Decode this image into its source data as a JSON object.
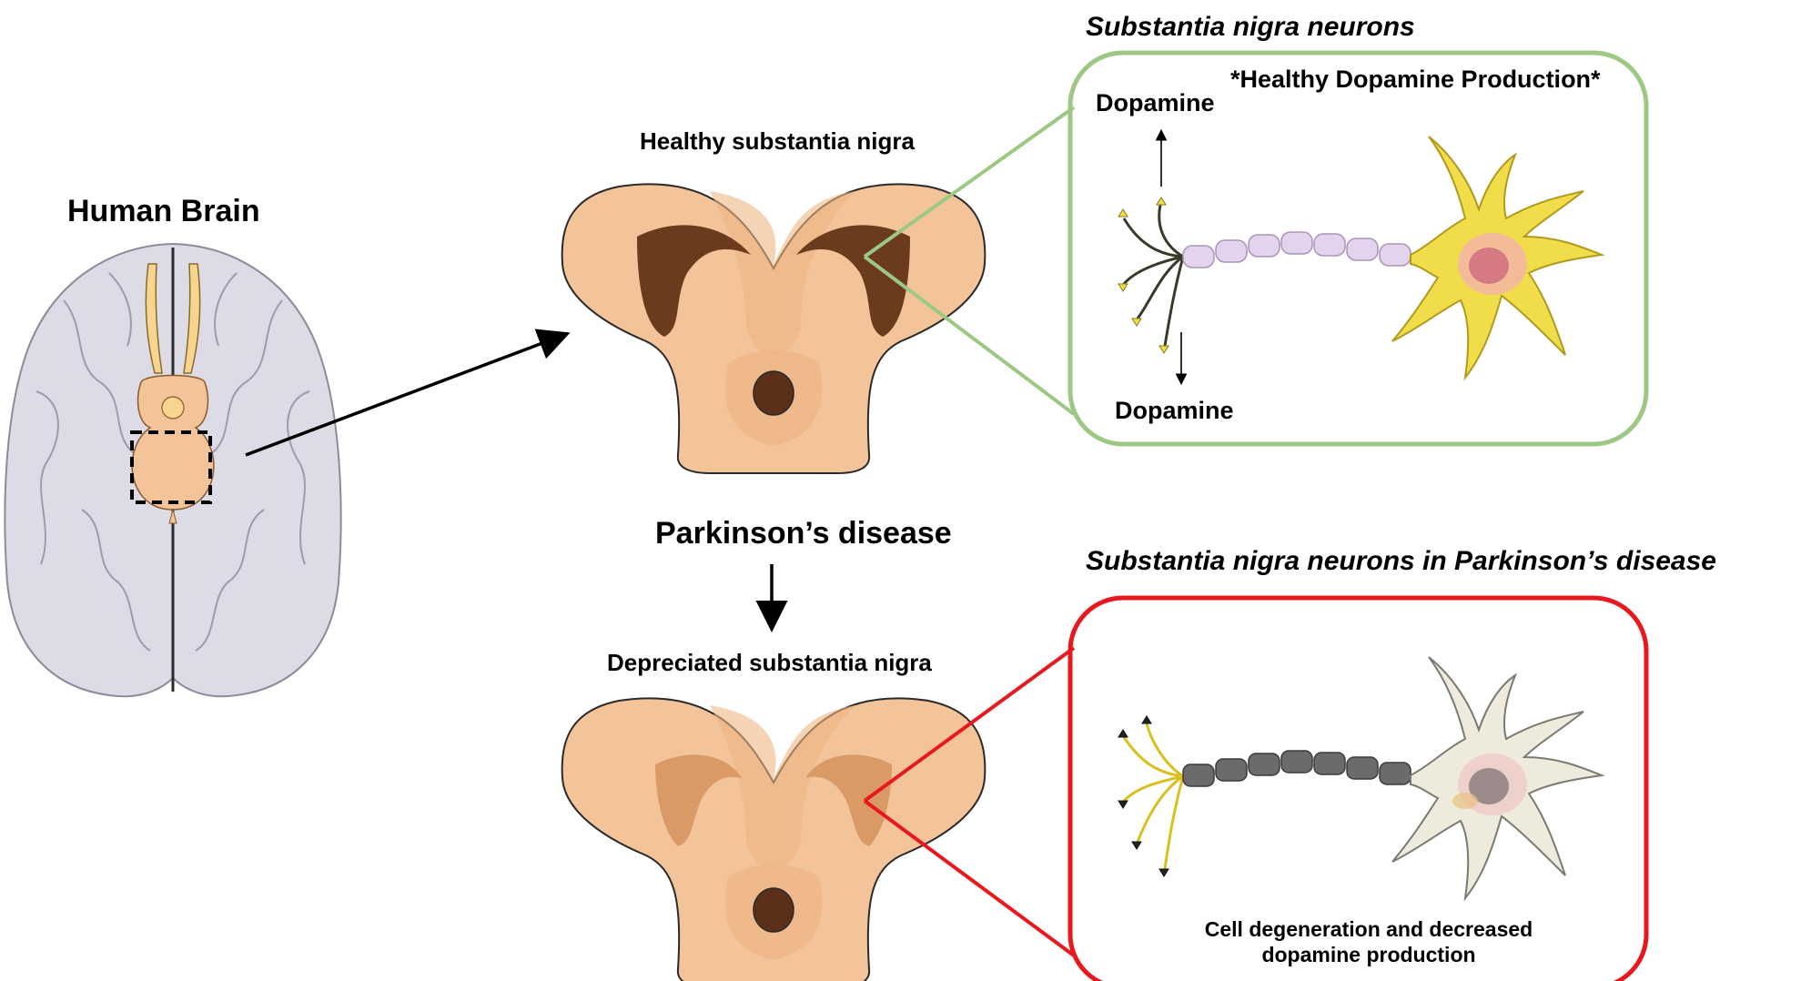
{
  "labels": {
    "human_brain": "Human Brain",
    "healthy_sn": "Healthy substantia nigra",
    "parkinsons": "Parkinson’s disease",
    "depreciated_sn": "Depreciated substantia nigra",
    "sn_neurons": "Substantia nigra neurons",
    "healthy_production": "*Healthy Dopamine Production*",
    "dopamine_top": "Dopamine",
    "dopamine_bottom": "Dopamine",
    "sn_neurons_pd": "Substantia nigra neurons in Parkinson’s disease",
    "degeneration_line1": "Cell degeneration and decreased",
    "degeneration_line2": "dopamine production"
  },
  "colors": {
    "healthy_box": "#9dc884",
    "disease_box": "#e8181e",
    "brain_fill": "#dcdbe6",
    "midbrain_fill": "#f3c49a",
    "nigra_dark": "#6b3b1e",
    "nigra_faded": "#d99a66",
    "healthy_neuron": "#f1dc4a",
    "myelin_healthy": "#e3d3ec",
    "myelin_disease": "#6b6b6b"
  }
}
